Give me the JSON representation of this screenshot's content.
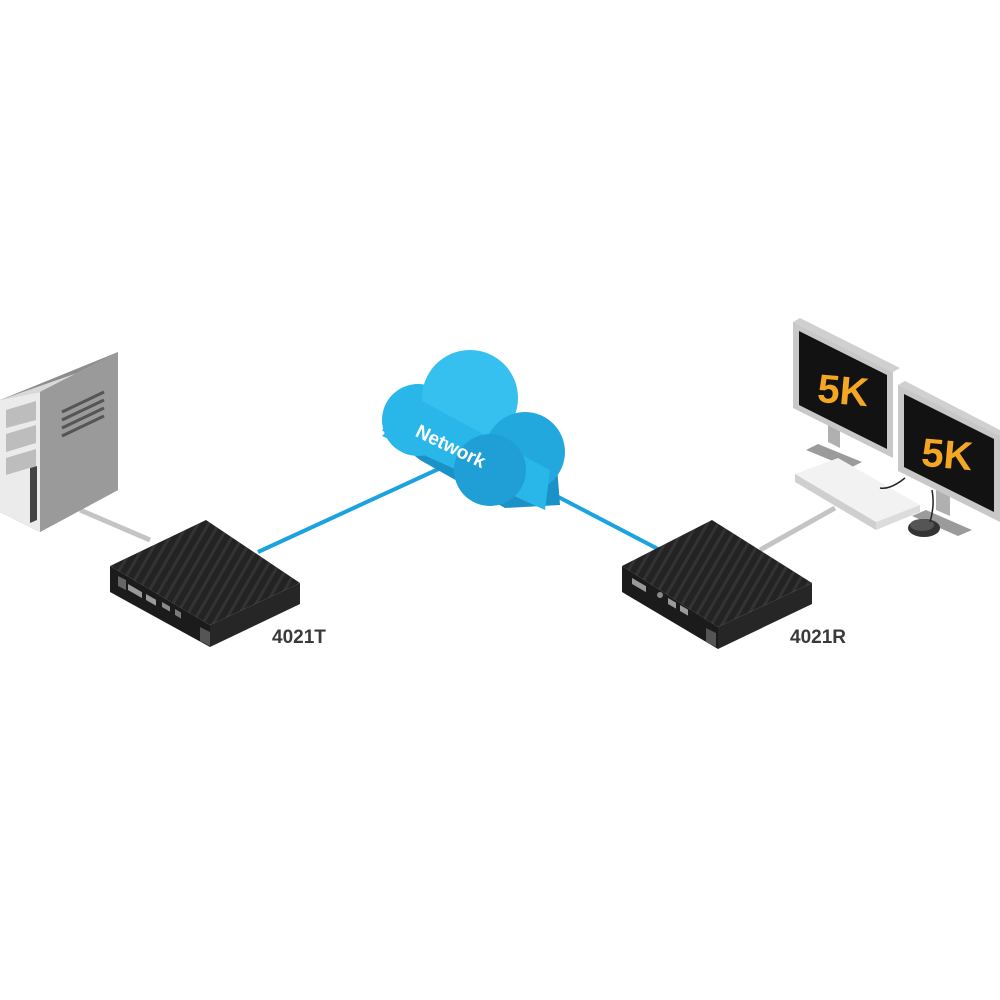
{
  "nodes": {
    "transmitter_label": "4021T",
    "receiver_label": "4021R",
    "network_label": "Network",
    "monitor_left_label": "5K",
    "monitor_right_label": "5K"
  },
  "colors": {
    "network_line": "#1aa3df",
    "cloud": "#29b6e8",
    "local_cable": "#c4c4c4",
    "device_body": "#1d1d1d",
    "monitor_text": "#f5a623"
  },
  "icons": [
    "computer-tower-icon",
    "kvm-transmitter-icon",
    "network-cloud-icon",
    "kvm-receiver-icon",
    "monitor-icon",
    "keyboard-icon",
    "mouse-icon"
  ]
}
